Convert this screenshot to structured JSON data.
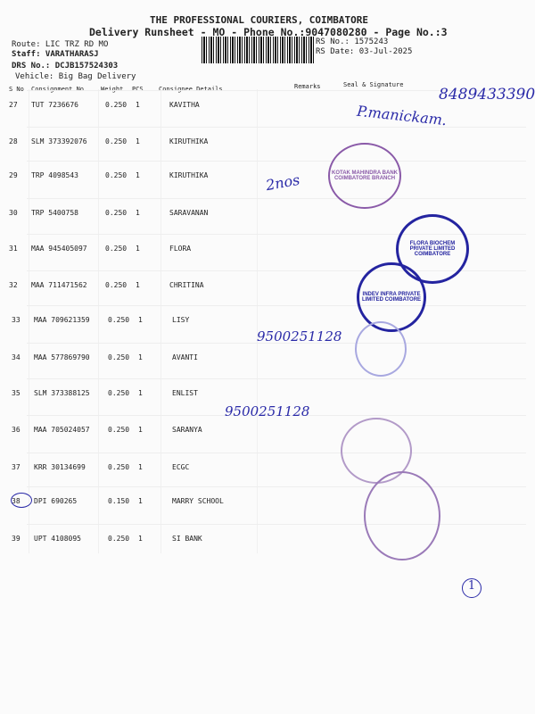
{
  "header": {
    "company": "THE PROFESSIONAL COURIERS, COIMBATORE",
    "subtitle": "Delivery Runsheet - MO - Phone No.:9047080280 - Page No.:3",
    "route": "Route: LIC TRZ RD MO",
    "staff": "Staff: VARATHARASJ",
    "drs": "DRS No.: DCJB157524303",
    "vehicle": "Vehicle: Big Bag Delivery",
    "rs_no": "RS No.: 1575243",
    "rs_date": "RS Date: 03-Jul-2025"
  },
  "columns": [
    "S No",
    "Consignment No",
    "Weight",
    "PCS",
    "Consignee Details",
    "Remarks",
    "Seal & Signature"
  ],
  "rows": [
    {
      "sno": "27",
      "cn": "TUT 7236676",
      "wt": "0.250",
      "pcs": "1",
      "name": "KAVITHA"
    },
    {
      "sno": "28",
      "cn": "SLM 373392076",
      "wt": "0.250",
      "pcs": "1",
      "name": "KIRUTHIKA"
    },
    {
      "sno": "29",
      "cn": "TRP 4098543",
      "wt": "0.250",
      "pcs": "1",
      "name": "KIRUTHIKA"
    },
    {
      "sno": "30",
      "cn": "TRP 5400758",
      "wt": "0.250",
      "pcs": "1",
      "name": "SARAVANAN"
    },
    {
      "sno": "31",
      "cn": "MAA 945405097",
      "wt": "0.250",
      "pcs": "1",
      "name": "FLORA"
    },
    {
      "sno": "32",
      "cn": "MAA 711471562",
      "wt": "0.250",
      "pcs": "1",
      "name": "CHRITINA"
    },
    {
      "sno": "33",
      "cn": "MAA 709621359",
      "wt": "0.250",
      "pcs": "1",
      "name": "LISY"
    },
    {
      "sno": "34",
      "cn": "MAA 577869790",
      "wt": "0.250",
      "pcs": "1",
      "name": "AVANTI"
    },
    {
      "sno": "35",
      "cn": "SLM 373388125",
      "wt": "0.250",
      "pcs": "1",
      "name": "ENLIST"
    },
    {
      "sno": "36",
      "cn": "MAA 705024057",
      "wt": "0.250",
      "pcs": "1",
      "name": "SARANYA"
    },
    {
      "sno": "37",
      "cn": "KRR 30134699",
      "wt": "0.250",
      "pcs": "1",
      "name": "ECGC"
    },
    {
      "sno": "38",
      "cn": "DPI 690265",
      "wt": "0.150",
      "pcs": "1",
      "name": "MARRY SCHOOL"
    },
    {
      "sno": "39",
      "cn": "UPT 4108095",
      "wt": "0.250",
      "pcs": "1",
      "name": "SI BANK"
    }
  ],
  "handwriting": {
    "phone_top": "8489433390",
    "name_top": "P.manickam.",
    "qty": "2nos",
    "phone_mid": "9500251128",
    "phone_low": "9500251128",
    "page_mark": "1"
  },
  "stamps": {
    "kotak": "KOTAK MAHINDRA BANK COIMBATORE BRANCH",
    "flora": "FLORA BIOCHEM PRIVATE LIMITED COIMBATORE",
    "indev": "INDEV INFRA PRIVATE LIMITED COIMBATORE"
  },
  "colors": {
    "ink": "#2a2aa8",
    "stamp_purple": "#7a4a9a",
    "stamp_blue": "#2424a0"
  }
}
